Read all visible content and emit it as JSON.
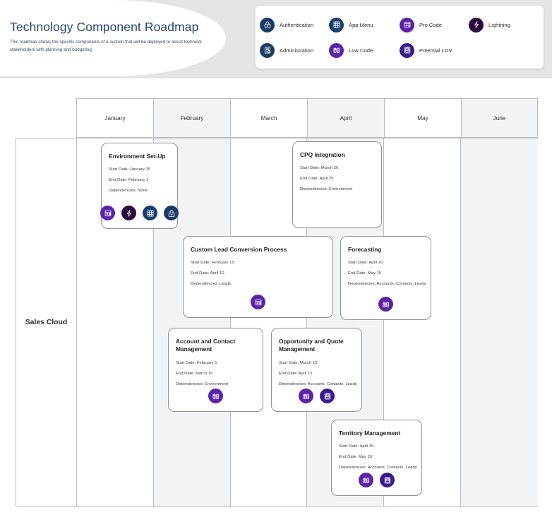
{
  "header": {
    "title": "Technology Component Roadmap",
    "subtitle": "This  roadmap shows the specific components of a system that will be deployed to assist technical stakeholders with planning and budgeting"
  },
  "legend": {
    "items": [
      {
        "label": "Authentication",
        "icon": "lock-icon",
        "color": "#1b3a66"
      },
      {
        "label": "App Menu",
        "icon": "grid-icon",
        "color": "#1a3e6e"
      },
      {
        "label": "Pro Code",
        "icon": "pro-code-icon",
        "color": "#5b23a8"
      },
      {
        "label": "Lightning",
        "icon": "lightning-icon",
        "color": "#2b0b3f"
      },
      {
        "label": "Administration",
        "icon": "admin-icon",
        "color": "#1b3a66"
      },
      {
        "label": "Low Code",
        "icon": "low-code-icon",
        "color": "#5b23a8"
      },
      {
        "label": "Potential LDV",
        "icon": "database-icon",
        "color": "#3b1a8c"
      }
    ]
  },
  "timeline": {
    "months": [
      "January",
      "February",
      "March",
      "April",
      "May",
      "June"
    ]
  },
  "swimlanes": [
    {
      "label": "Sales Cloud"
    }
  ],
  "tasks": [
    {
      "id": "environment-set-up",
      "title": "Environment Set-Up",
      "start_label": "Start Date: January 15",
      "end_label": "End Date:  February 1",
      "dependencies_label": "Dependencies: None",
      "icons": [
        "pro-code-icon",
        "lightning-icon",
        "grid-icon",
        "lock-icon"
      ]
    },
    {
      "id": "cpq-integration",
      "title": "CPQ Integration",
      "start_label": "Start Date: March 20",
      "end_label": "End Date: April 25",
      "dependencies_label": "Dependencies: Environment",
      "icons": []
    },
    {
      "id": "custom-lead-conversion-process",
      "title": "Custom Lead Conversion Process",
      "start_label": "Start Date: February 15",
      "end_label": "End Date:   April 10",
      "dependencies_label": "Dependencies: Leads",
      "icons": [
        "pro-code-icon"
      ]
    },
    {
      "id": "forecasting",
      "title": "Forecasting",
      "start_label": "Start Date: April 20",
      "end_label": "End Date: May 15",
      "dependencies_label": "Dependencies: Accounts, Contacts, Leads",
      "icons": [
        "low-code-icon"
      ]
    },
    {
      "id": "account-and-contact-management",
      "title": "Account and Contact Management",
      "start_label": "Start Date: February 5",
      "end_label": "End Date:  March 15",
      "dependencies_label": "Dependencies:  Environment",
      "icons": [
        "low-code-icon"
      ]
    },
    {
      "id": "opportunity-and-quote-management",
      "title": "Opportunity and Quote Management",
      "start_label": "Start Date:  March 15",
      "end_label": "End Date: April 15",
      "dependencies_label": "Dependencies: Accounts, Contacts, Leads",
      "icons": [
        "low-code-icon",
        "database-icon"
      ]
    },
    {
      "id": "territory-management",
      "title": "Territory Management",
      "start_label": "Start Date:  April 15",
      "end_label": "End Date:  May 10",
      "dependencies_label": "Dependencies: Accounts, Contacts, Leads",
      "icons": [
        "low-code-icon",
        "database-icon"
      ]
    }
  ]
}
